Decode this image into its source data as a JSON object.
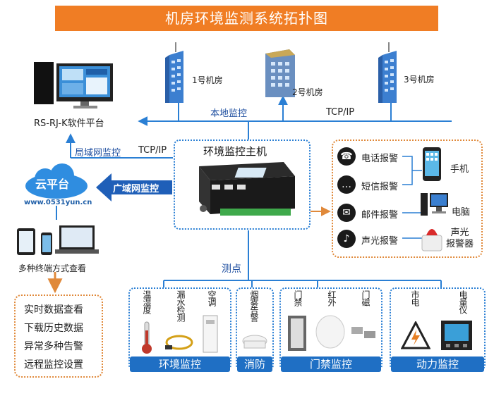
{
  "title": "机房环境监测系统拓扑图",
  "rooms": [
    {
      "label": "1号机房"
    },
    {
      "label": "2号机房"
    },
    {
      "label": "3号机房"
    }
  ],
  "software_platform": "RS-RJ-K软件平台",
  "links": {
    "local_monitor": "本地监控",
    "tcpip_top": "TCP/IP",
    "lan_monitor": "局域网监控",
    "tcpip_left": "TCP/IP",
    "wan_monitor": "广域网监控",
    "measure_point": "测点"
  },
  "host": {
    "label": "环境监控主机"
  },
  "cloud": {
    "label": "云平台",
    "url": "www.0531yun.cn"
  },
  "terminals": {
    "label": "多种终端方式查看"
  },
  "features": [
    "实时数据查看",
    "下载历史数据",
    "异常多种告警",
    "远程监控设置"
  ],
  "alarms": [
    {
      "label": "电话报警",
      "icon": "phone-icon"
    },
    {
      "label": "短信报警",
      "icon": "sms-icon"
    },
    {
      "label": "邮件报警",
      "icon": "mail-icon"
    },
    {
      "label": "声光报警",
      "icon": "bell-icon"
    }
  ],
  "alarm_devices": [
    "手机",
    "电脑",
    "声光\n报警器"
  ],
  "categories": [
    {
      "name": "环境监控",
      "sensors": [
        "温湿度",
        "漏水检测",
        "空调"
      ]
    },
    {
      "name": "消防",
      "sensors": [
        "烟雾告警"
      ]
    },
    {
      "name": "门禁监控",
      "sensors": [
        "门禁",
        "红外",
        "门磁"
      ]
    },
    {
      "name": "动力监控",
      "sensors": [
        "市电",
        "电量仪"
      ]
    }
  ],
  "colors": {
    "title_bg": "#f07d24",
    "line_blue": "#2a7fd4",
    "cat_bar": "#1f6fc4",
    "orange": "#e0893a"
  }
}
